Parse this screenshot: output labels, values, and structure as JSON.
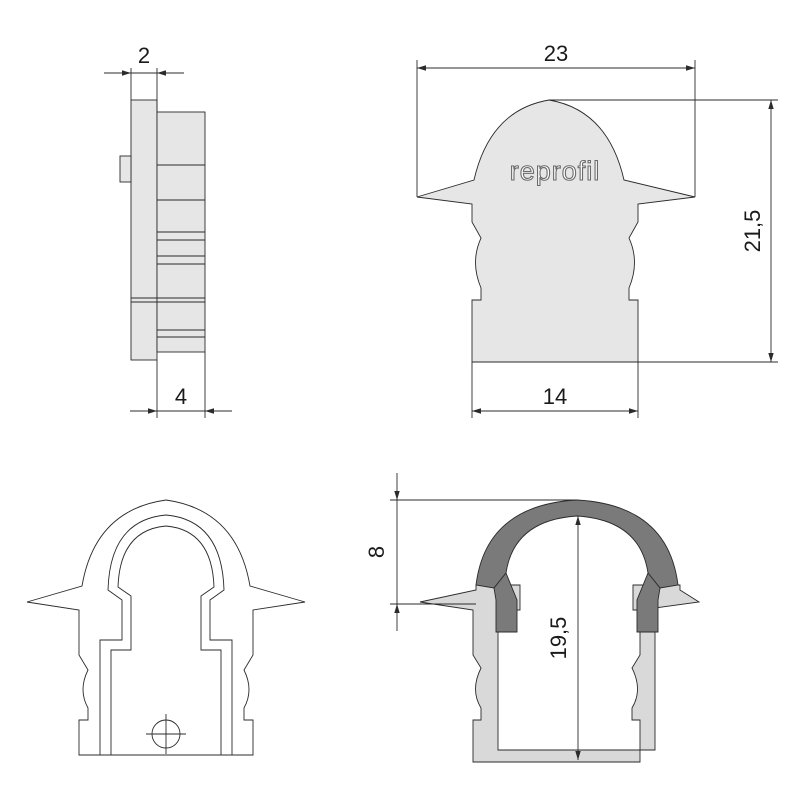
{
  "brand": {
    "logo_text": "reprofil"
  },
  "dimensions": {
    "side_thickness": "2",
    "side_depth": "4",
    "front_width": "23",
    "front_height": "21,5",
    "front_base_width": "14",
    "section_top_height": "8",
    "section_inner_height": "19,5"
  },
  "colors": {
    "part_fill": "#d9d9d9",
    "seal_fill": "#7a7a7a",
    "line": "#2b2b2b"
  }
}
